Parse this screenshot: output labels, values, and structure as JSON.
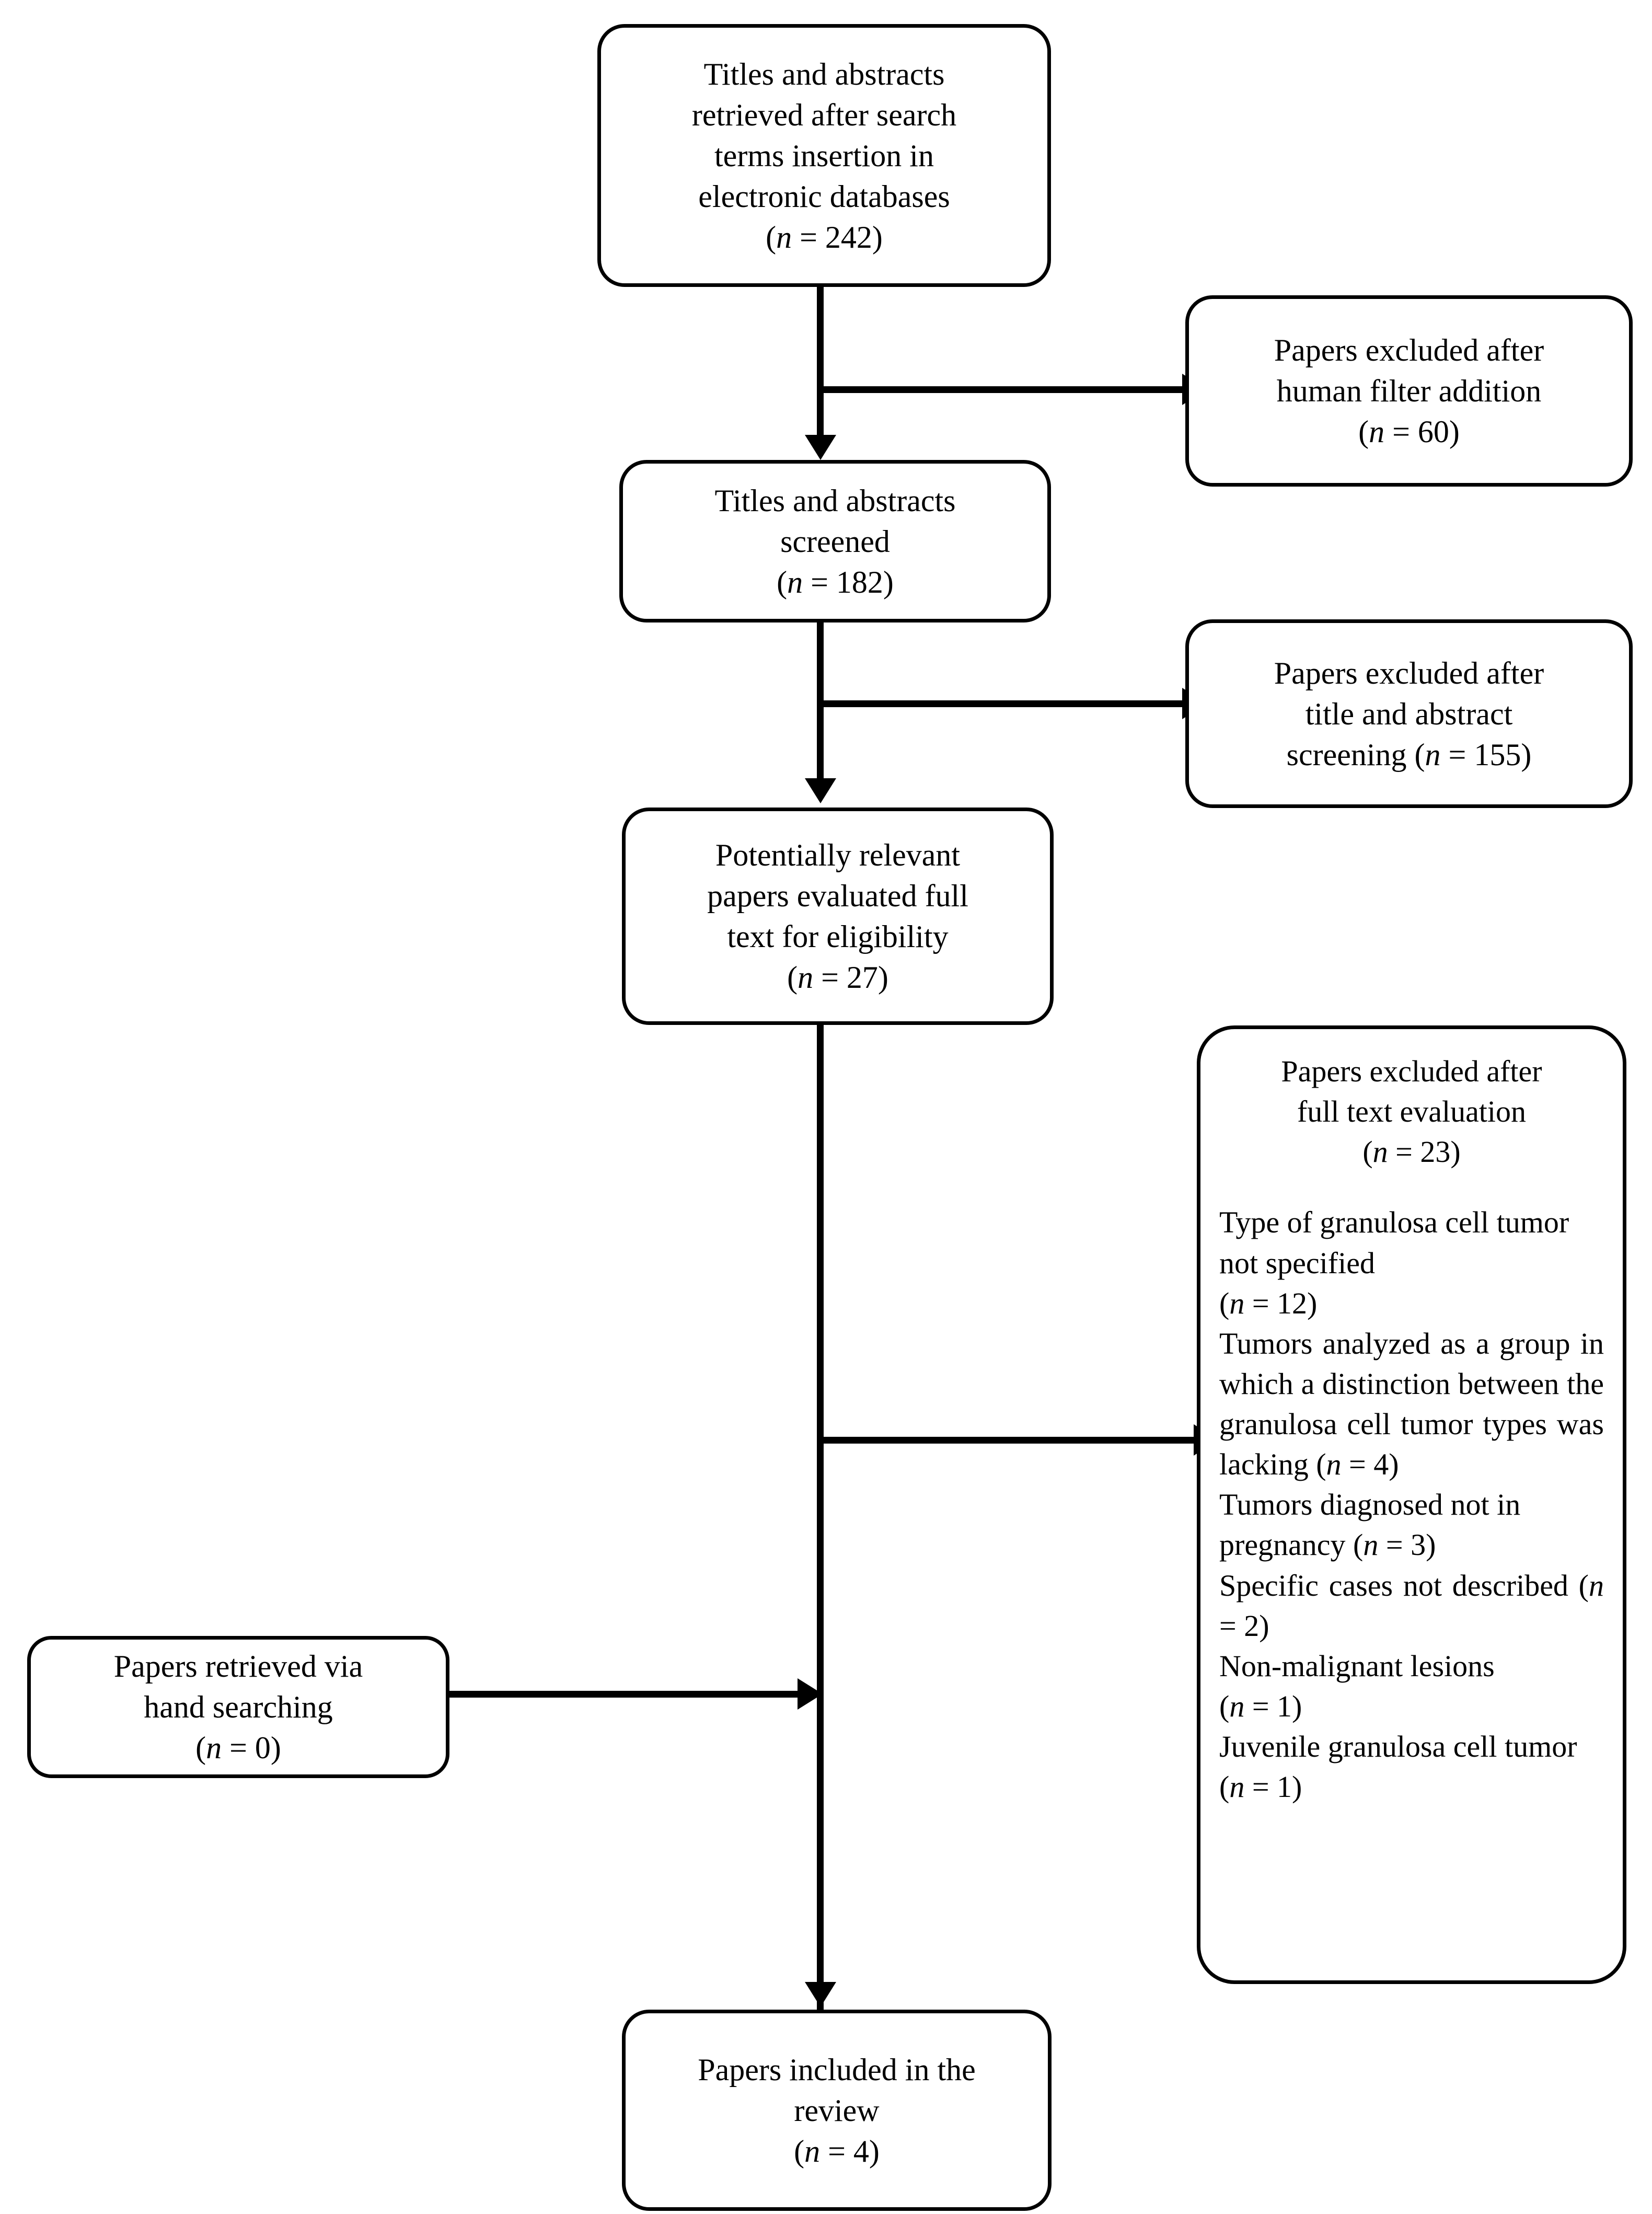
{
  "diagram": {
    "title": "PRISMA study selection flow diagram",
    "stroke_color": "#000000",
    "background_color": "#ffffff"
  },
  "boxes": {
    "retrieved": {
      "lines": [
        "Titles and abstracts",
        "retrieved after search",
        "terms insertion in",
        "electronic databases"
      ],
      "count_prefix": "(",
      "count_symbol": "n",
      "count_eq": " = ",
      "count_value": "242",
      "count_suffix": ")"
    },
    "excluded_human_filter": {
      "lines": [
        "Papers excluded after",
        "human filter addition"
      ],
      "count_symbol": "n",
      "count_value": "60"
    },
    "screened": {
      "lines": [
        "Titles and abstracts",
        "screened"
      ],
      "count_symbol": "n",
      "count_value": "182"
    },
    "excluded_screening": {
      "lines": [
        "Papers excluded after",
        "title and abstract"
      ],
      "tail_label": "screening",
      "count_symbol": "n",
      "count_value": "155"
    },
    "full_text": {
      "lines": [
        "Potentially relevant",
        "papers evaluated full",
        "text for eligibility"
      ],
      "count_symbol": "n",
      "count_value": "27"
    },
    "excluded_full_text": {
      "heading_lines": [
        "Papers excluded after",
        "full text evaluation"
      ],
      "heading_count_symbol": "n",
      "heading_count_value": "23",
      "reasons": [
        {
          "text": "Type of granulosa cell tumor not specified",
          "count_symbol": "n",
          "count_value": "12",
          "count_on_own_line": true,
          "justified": false
        },
        {
          "text": "Tumors analyzed as a group in which a distinction between the granulosa cell tumor types was lacking",
          "count_symbol": "n",
          "count_value": "4",
          "count_on_own_line": false,
          "justified": true
        },
        {
          "text": "Tumors diagnosed not in pregnancy",
          "count_symbol": "n",
          "count_value": "3",
          "count_on_own_line": false,
          "justified": false
        },
        {
          "text": "Specific cases not described",
          "count_symbol": "n",
          "count_value": "2",
          "count_on_own_line": false,
          "justified": true
        },
        {
          "text": "Non-malignant lesions",
          "count_symbol": "n",
          "count_value": "1",
          "count_on_own_line": true,
          "justified": false
        },
        {
          "text": "Juvenile granulosa cell tumor",
          "count_symbol": "n",
          "count_value": "1",
          "count_on_own_line": false,
          "justified": false
        }
      ]
    },
    "hand_searching": {
      "lines": [
        "Papers retrieved via",
        "hand searching"
      ],
      "count_symbol": "n",
      "count_value": "0"
    },
    "included": {
      "lines": [
        "Papers included in the",
        "review"
      ],
      "count_symbol": "n",
      "count_value": "4"
    }
  }
}
